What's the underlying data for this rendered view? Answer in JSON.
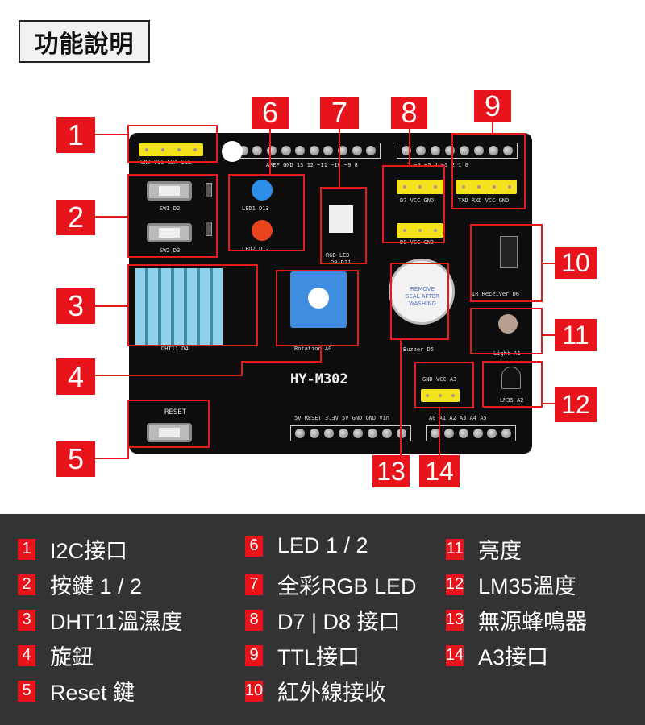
{
  "title": "功能說明",
  "board": {
    "model": "HY-M302",
    "i2c_pins": "GND VCC SDA SCL",
    "sw1": "SW1 D2",
    "sw2": "SW2 D3",
    "led1": "LED1 D13",
    "led2": "LED2 D12",
    "rgb": "RGB LED",
    "rgb_pins": "D9-D11",
    "dht": "DHT11 D4",
    "rot": "Rotation A0",
    "buzzer": "Buzzer D5",
    "buzzer_seal": "REMOVE SEAL AFTER WASHING",
    "ir": "IR Receiver D6",
    "light": "Light A1",
    "lm35": "LM35 A2",
    "reset": "RESET",
    "d7_pins": "D7 VCC GND",
    "d8_pins": "D8 VCC GND",
    "ttl_pins": "TXD RXD VCC GND",
    "a3_pins": "GND VCC A3",
    "top_digital": "AREF GND 13 12 ~11 ~10 ~9 8",
    "top_digital2": "7 ~6 ~5 4 ~3 2 1 0",
    "power": "5V RESET 3.3V 5V GND GND Vin",
    "analog": "A0 A1 A2 A3 A4 A5"
  },
  "callouts": [
    "1",
    "2",
    "3",
    "4",
    "5",
    "6",
    "7",
    "8",
    "9",
    "10",
    "11",
    "12",
    "13",
    "14"
  ],
  "legend": [
    {
      "num": "1",
      "text": "I2C接口"
    },
    {
      "num": "2",
      "text": "按鍵 1 / 2"
    },
    {
      "num": "3",
      "text": "DHT11溫濕度"
    },
    {
      "num": "4",
      "text": "旋鈕"
    },
    {
      "num": "5",
      "text": "Reset 鍵"
    },
    {
      "num": "6",
      "text": "LED 1 / 2"
    },
    {
      "num": "7",
      "text": "全彩RGB LED"
    },
    {
      "num": "8",
      "text": "D7 | D8 接口"
    },
    {
      "num": "9",
      "text": "TTL接口"
    },
    {
      "num": "10",
      "text": "紅外線接收"
    },
    {
      "num": "11",
      "text": "亮度"
    },
    {
      "num": "12",
      "text": "LM35溫度"
    },
    {
      "num": "13",
      "text": "無源蜂鳴器"
    },
    {
      "num": "14",
      "text": "A3接口"
    }
  ],
  "colors": {
    "accent": "#e8141b",
    "panel": "#333333",
    "board": "#0d0d0d"
  }
}
